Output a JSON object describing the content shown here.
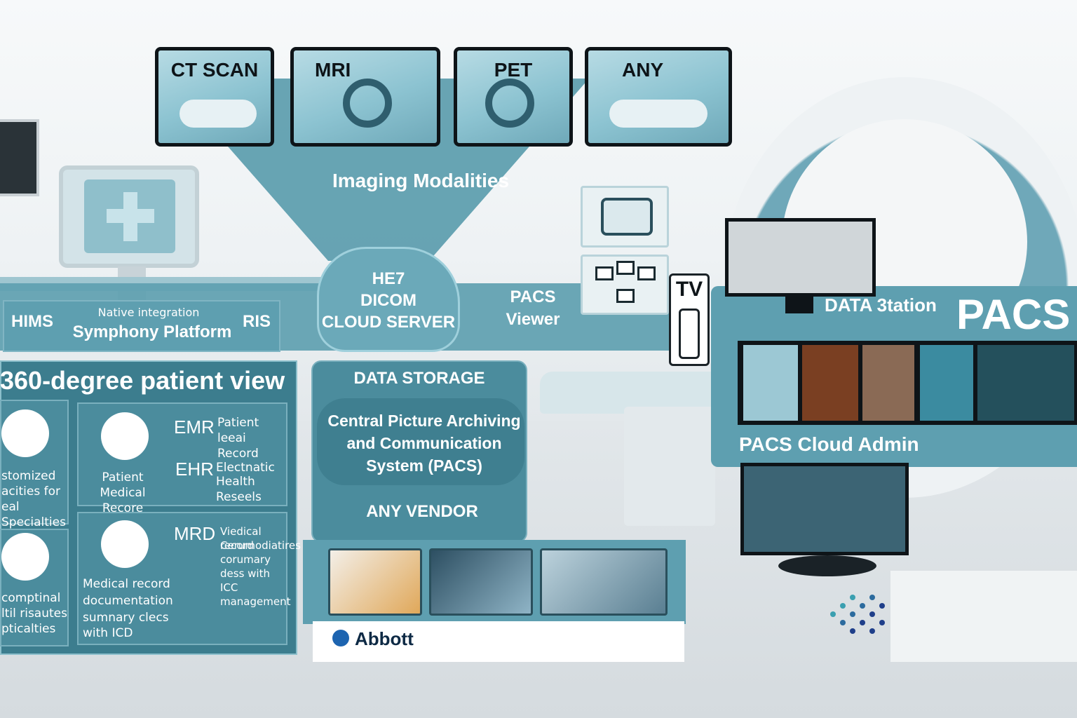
{
  "modalities": {
    "title": "Imaging Modalities",
    "items": [
      {
        "label": "CT SCAN"
      },
      {
        "label": "MRI"
      },
      {
        "label": "PET"
      },
      {
        "label": "ANY"
      }
    ]
  },
  "integration_band": {
    "left": "HIMS",
    "subtitle": "Native integration",
    "platform": "Symphony Platform",
    "right": "RIS"
  },
  "cloud": {
    "line1": "HE7",
    "line2": "DICOM",
    "line3": "CLOUD SERVER"
  },
  "viewer": {
    "line1": "PACS",
    "line2": "Viewer"
  },
  "tv": {
    "label": "TV"
  },
  "pacs_panel": {
    "station": "DATA 3tation",
    "title": "PACS",
    "admin": "PACS Cloud Admin"
  },
  "patient_view": {
    "title": "360-degree patient view",
    "cells": {
      "customized": [
        "stomized",
        "acities for",
        "eal Specialties"
      ],
      "patient": [
        "Patient",
        "Medical Recore"
      ],
      "emr": {
        "abbr": "EMR",
        "line1": "Patient",
        "line2": "leeai Record"
      },
      "ehr": {
        "abbr": "EHR",
        "line1": "Electnatic",
        "line2": "Health Reseels"
      },
      "compliance": [
        "comptinal",
        "ltil risautes",
        "pticalties"
      ],
      "record": [
        "Medical record",
        "documentation",
        "sumnary clecs",
        "with ICD"
      ],
      "mrd": {
        "abbr": "MRD",
        "lines": [
          "Viedical record",
          "Cerumodiatires",
          "corumary",
          "dess  with",
          "ICC",
          "management"
        ]
      }
    }
  },
  "storage": {
    "title": "DATA STORAGE",
    "line1": "Central Picture Archiving",
    "line2": "and Communication",
    "line3": "System (PACS)",
    "vendor": "ANY VENDOR"
  },
  "brand": {
    "name": "Abbott"
  },
  "colors": {
    "teal": "#5e9fb0",
    "teal_dark": "#3c7d8e",
    "frame": "#0e1418"
  },
  "icons": [
    "medical-cross-icon",
    "clipboard-icon",
    "doctor-avatar-icon",
    "document-icon",
    "tablet-pen-icon",
    "cloud-icon",
    "monitor-network-icon",
    "remote-control-icon"
  ]
}
